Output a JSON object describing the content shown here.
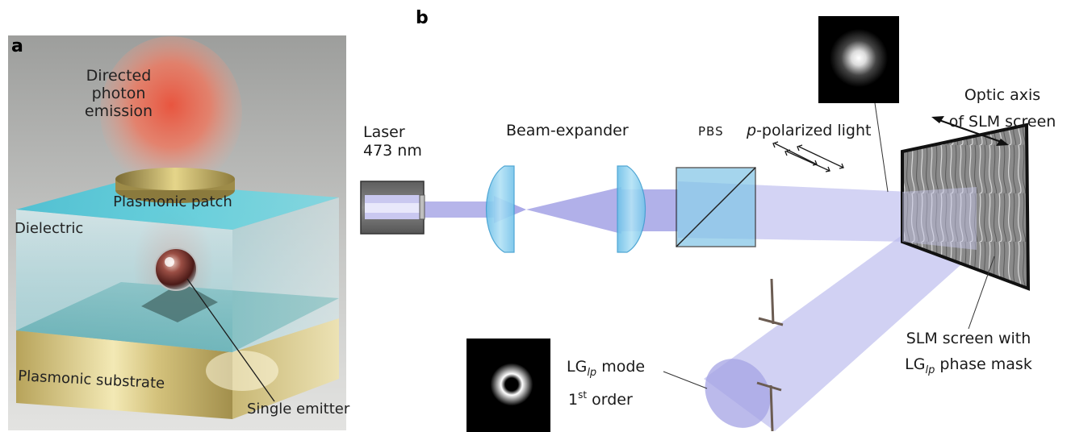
{
  "panel_a": {
    "letter": "a",
    "emission_label_1": "Directed",
    "emission_label_2": "photon",
    "emission_label_3": "emission",
    "patch_label": "Plasmonic patch",
    "dielectric_label": "Dielectric",
    "substrate_label": "Plasmonic substrate",
    "emitter_label": "Single emitter"
  },
  "panel_b": {
    "letter": "b",
    "laser_label_1": "Laser",
    "laser_label_2": "473 nm",
    "expander_label": "Beam-expander",
    "pbs_label": "PBS",
    "polarized_label_p": "p",
    "polarized_label_rest": "-polarized light",
    "optic_axis_1": "Optic axis",
    "optic_axis_2": "of SLM screen",
    "slm_label_1": "SLM screen with",
    "slm_label_2_pre": "LG",
    "slm_label_2_sub": "lp",
    "slm_label_2_post": " phase mask",
    "mode_label_pre": "LG",
    "mode_label_sub": "lp",
    "mode_label_post": " mode",
    "order_label_pre": "1",
    "order_label_sup": "st",
    "order_label_post": " order"
  },
  "colors": {
    "emission": "#e8553f",
    "dielectric": "#5fc8d8",
    "gold": "#c9b46a",
    "beam": "#a9a8e6",
    "lens": "#8fd0ee",
    "pbs": "#7fc4e6"
  }
}
